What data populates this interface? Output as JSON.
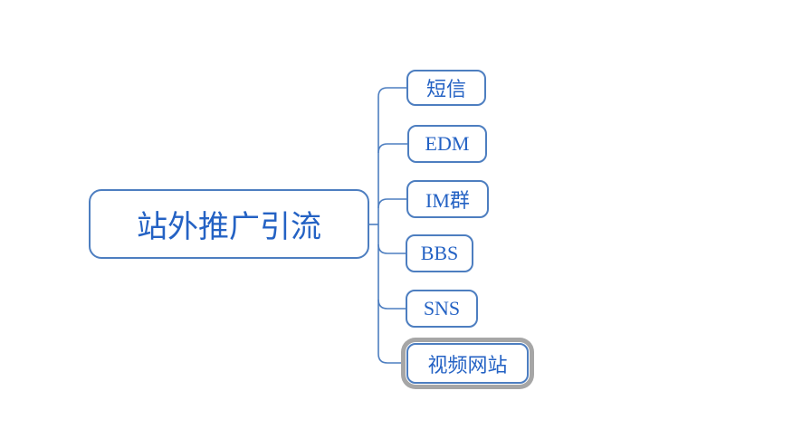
{
  "diagram": {
    "type": "mindmap",
    "root": {
      "label": "站外推广引流"
    },
    "children": [
      {
        "label": "短信",
        "selected": false
      },
      {
        "label": "EDM",
        "selected": false
      },
      {
        "label": "IM群",
        "selected": false
      },
      {
        "label": "BBS",
        "selected": false
      },
      {
        "label": "SNS",
        "selected": false
      },
      {
        "label": "视频网站",
        "selected": true
      }
    ],
    "colors": {
      "background": "#ffffff",
      "node_border": "#4d7ec0",
      "node_fill": "#ffffff",
      "text": "#2462c4",
      "connector": "#4d7ec0",
      "selection_outline": "#a6a6a6"
    }
  }
}
